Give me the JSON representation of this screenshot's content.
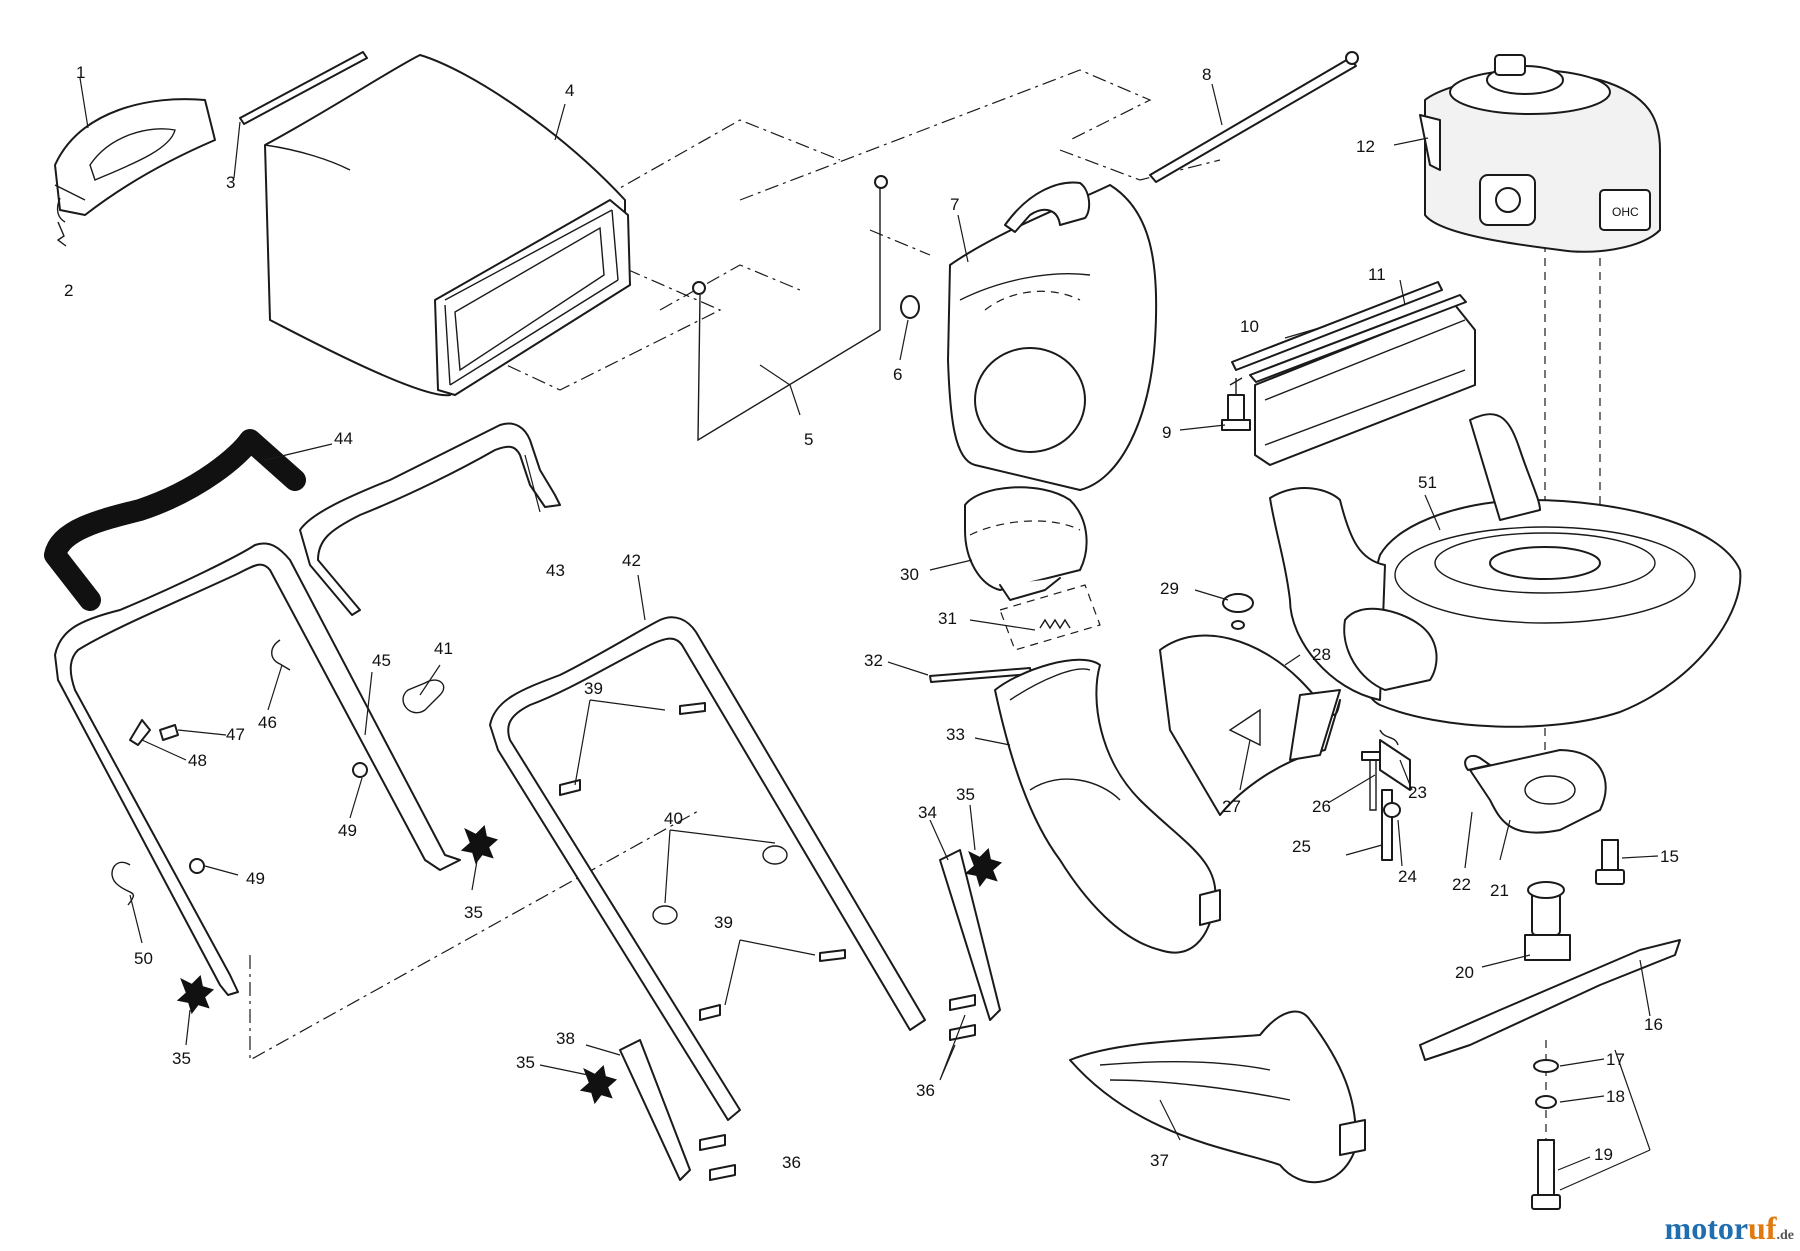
{
  "diagram": {
    "callouts": [
      {
        "id": "c1",
        "label": "1"
      },
      {
        "id": "c2",
        "label": "2"
      },
      {
        "id": "c3",
        "label": "3"
      },
      {
        "id": "c4",
        "label": "4"
      },
      {
        "id": "c5",
        "label": "5"
      },
      {
        "id": "c6",
        "label": "6"
      },
      {
        "id": "c7",
        "label": "7"
      },
      {
        "id": "c8",
        "label": "8"
      },
      {
        "id": "c9",
        "label": "9"
      },
      {
        "id": "c10",
        "label": "10"
      },
      {
        "id": "c11",
        "label": "11"
      },
      {
        "id": "c12",
        "label": "12"
      },
      {
        "id": "c15",
        "label": "15"
      },
      {
        "id": "c16",
        "label": "16"
      },
      {
        "id": "c17",
        "label": "17"
      },
      {
        "id": "c18",
        "label": "18"
      },
      {
        "id": "c19",
        "label": "19"
      },
      {
        "id": "c20",
        "label": "20"
      },
      {
        "id": "c21",
        "label": "21"
      },
      {
        "id": "c22",
        "label": "22"
      },
      {
        "id": "c23",
        "label": "23"
      },
      {
        "id": "c24",
        "label": "24"
      },
      {
        "id": "c25",
        "label": "25"
      },
      {
        "id": "c26",
        "label": "26"
      },
      {
        "id": "c27",
        "label": "27"
      },
      {
        "id": "c28",
        "label": "28"
      },
      {
        "id": "c29",
        "label": "29"
      },
      {
        "id": "c30",
        "label": "30"
      },
      {
        "id": "c31",
        "label": "31"
      },
      {
        "id": "c32",
        "label": "32"
      },
      {
        "id": "c33",
        "label": "33"
      },
      {
        "id": "c34",
        "label": "34"
      },
      {
        "id": "c35a",
        "label": "35"
      },
      {
        "id": "c35b",
        "label": "35"
      },
      {
        "id": "c35c",
        "label": "35"
      },
      {
        "id": "c35d",
        "label": "35"
      },
      {
        "id": "c36a",
        "label": "36"
      },
      {
        "id": "c36b",
        "label": "36"
      },
      {
        "id": "c37",
        "label": "37"
      },
      {
        "id": "c38",
        "label": "38"
      },
      {
        "id": "c39a",
        "label": "39"
      },
      {
        "id": "c39b",
        "label": "39"
      },
      {
        "id": "c40",
        "label": "40"
      },
      {
        "id": "c41",
        "label": "41"
      },
      {
        "id": "c42",
        "label": "42"
      },
      {
        "id": "c43",
        "label": "43"
      },
      {
        "id": "c44",
        "label": "44"
      },
      {
        "id": "c45",
        "label": "45"
      },
      {
        "id": "c46",
        "label": "46"
      },
      {
        "id": "c47",
        "label": "47"
      },
      {
        "id": "c48",
        "label": "48"
      },
      {
        "id": "c49a",
        "label": "49"
      },
      {
        "id": "c49b",
        "label": "49"
      },
      {
        "id": "c50",
        "label": "50"
      },
      {
        "id": "c51",
        "label": "51"
      }
    ]
  },
  "watermark": {
    "main": "motor",
    "accent": "uf",
    "tld": ".de"
  }
}
